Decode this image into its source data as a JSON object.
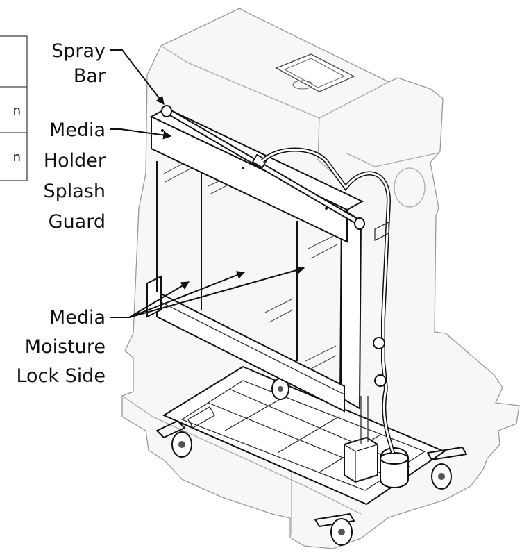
{
  "table": {
    "row1": "",
    "row2": "n",
    "row3": "n"
  },
  "callouts": {
    "spray_bar": [
      "Spray",
      "Bar"
    ],
    "splash_guard": [
      "Media",
      "Holder",
      "Splash",
      "Guard"
    ],
    "moisture_lock": [
      "Media",
      "Moisture",
      "Lock Side"
    ]
  },
  "colors": {
    "line": "#111111",
    "housing_outline": "#999999",
    "housing_fill": "#f7f7f7"
  }
}
